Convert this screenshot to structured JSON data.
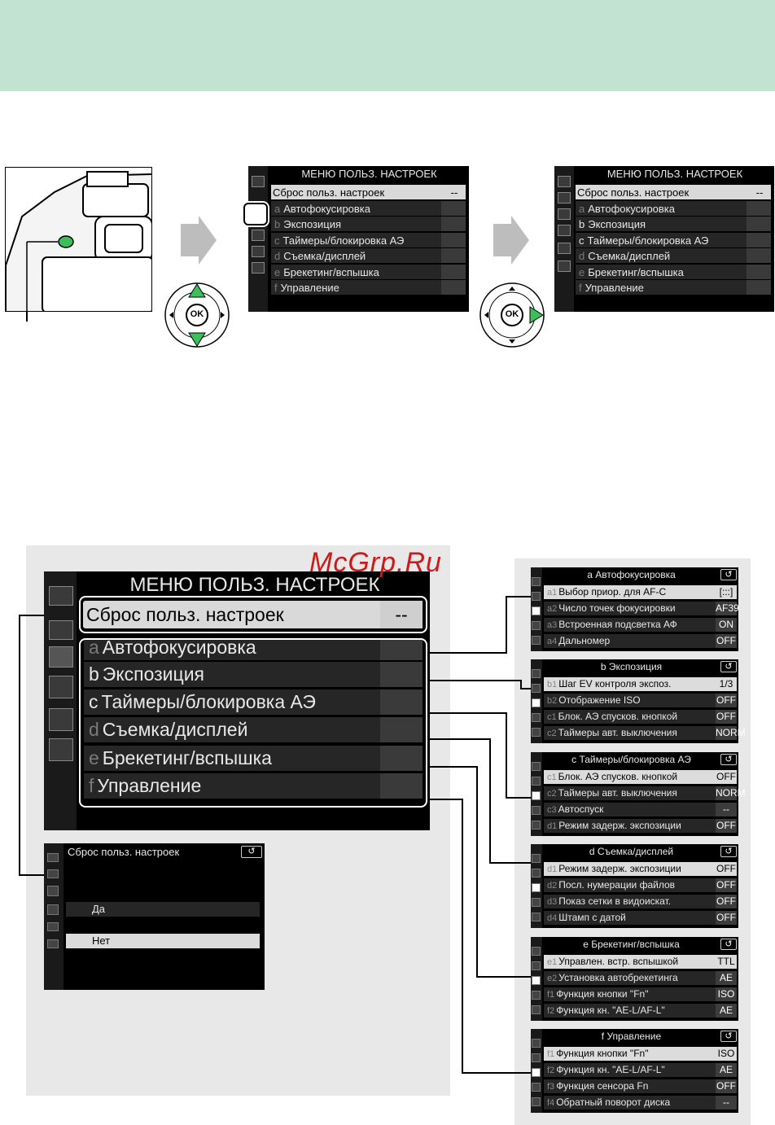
{
  "watermark": "McGrp.Ru",
  "main_menu": {
    "title": "МЕНЮ ПОЛЬЗ. НАСТРОЕК",
    "reset_row": {
      "label": "Сброс польз. настроек",
      "value": "--"
    },
    "items": [
      {
        "letter": "a",
        "label": "Автофокусировка"
      },
      {
        "letter": "b",
        "label": "Экспозиция"
      },
      {
        "letter": "c",
        "label": "Таймеры/блокировка АЭ"
      },
      {
        "letter": "d",
        "label": "Съемка/дисплей"
      },
      {
        "letter": "e",
        "label": "Брекетинг/вспышка"
      },
      {
        "letter": "f",
        "label": "Управление"
      }
    ]
  },
  "dpad": {
    "ok_label": "OK"
  },
  "reset_dialog": {
    "title": "Сброс польз. настроек",
    "yes": "Да",
    "no": "Нет"
  },
  "submenus": [
    {
      "title": "a Автофокусировка",
      "rows": [
        {
          "num": "a1",
          "label": "Выбор приор. для AF-C",
          "value": "[:::]"
        },
        {
          "num": "a2",
          "label": "Число точек фокусировки",
          "value": "AF39"
        },
        {
          "num": "a3",
          "label": "Встроенная подсветка АФ",
          "value": "ON"
        },
        {
          "num": "a4",
          "label": "Дальномер",
          "value": "OFF"
        }
      ]
    },
    {
      "title": "b Экспозиция",
      "rows": [
        {
          "num": "b1",
          "label": "Шаг EV контроля экспоз.",
          "value": "1/3"
        },
        {
          "num": "b2",
          "label": "Отображение ISO",
          "value": "OFF"
        },
        {
          "num": "c1",
          "label": "Блок. АЭ спусков. кнопкой",
          "value": "OFF"
        },
        {
          "num": "c2",
          "label": "Таймеры авт. выключения",
          "value": "NORM"
        }
      ]
    },
    {
      "title": "c Таймеры/блокировка АЭ",
      "rows": [
        {
          "num": "c1",
          "label": "Блок. АЭ спусков. кнопкой",
          "value": "OFF"
        },
        {
          "num": "c2",
          "label": "Таймеры авт. выключения",
          "value": "NORM"
        },
        {
          "num": "c3",
          "label": "Автоспуск",
          "value": "--"
        },
        {
          "num": "d1",
          "label": "Режим задерж. экспозиции",
          "value": "OFF"
        }
      ]
    },
    {
      "title": "d Съемка/дисплей",
      "rows": [
        {
          "num": "d1",
          "label": "Режим задерж. экспозиции",
          "value": "OFF"
        },
        {
          "num": "d2",
          "label": "Посл. нумерации файлов",
          "value": "OFF"
        },
        {
          "num": "d3",
          "label": "Показ сетки в видоискат.",
          "value": "OFF"
        },
        {
          "num": "d4",
          "label": "Штамп с датой",
          "value": "OFF"
        }
      ]
    },
    {
      "title": "e Брекетинг/вспышка",
      "rows": [
        {
          "num": "e1",
          "label": "Управлен. встр. вспышкой",
          "value": "TTL"
        },
        {
          "num": "e2",
          "label": "Установка автобрекетинга",
          "value": "AE"
        },
        {
          "num": "f1",
          "label": "Функция кнопки \"Fn\"",
          "value": "ISO"
        },
        {
          "num": "f2",
          "label": "Функция кн. \"AE-L/AF-L\"",
          "value": "AE"
        }
      ]
    },
    {
      "title": "f Управление",
      "rows": [
        {
          "num": "f1",
          "label": "Функция кнопки \"Fn\"",
          "value": "ISO"
        },
        {
          "num": "f2",
          "label": "Функция кн. \"AE-L/AF-L\"",
          "value": "AE"
        },
        {
          "num": "f3",
          "label": "Функция сенсора Fn",
          "value": "OFF"
        },
        {
          "num": "f4",
          "label": "Обратный поворот диска",
          "value": "--"
        }
      ]
    }
  ],
  "colors": {
    "header": "#c3e3d2",
    "panel": "#e8e8e8",
    "dpad_arrow": "#3bbf5a",
    "watermark": "#cc1a1a"
  }
}
